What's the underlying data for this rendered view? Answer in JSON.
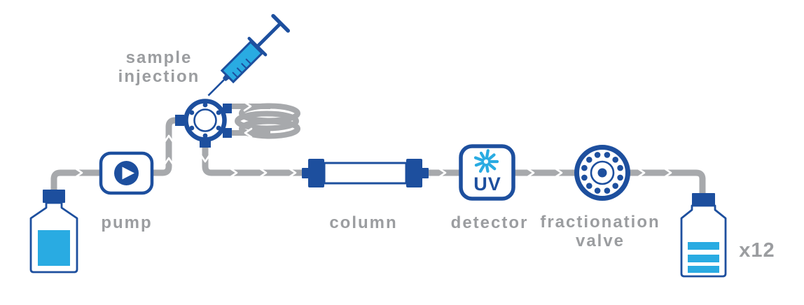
{
  "colors": {
    "navy": "#1d4f9e",
    "cyan": "#29abe2",
    "tube_gray": "#a7a9ac",
    "label_gray": "#9b9da0"
  },
  "labels": {
    "sample_injection": "sample injection",
    "pump": "pump",
    "column": "column",
    "detector": "detector",
    "fractionation_valve": "fractionation valve",
    "fraction_count": "x12",
    "detector_type": "UV"
  },
  "components": [
    "solvent-bottle",
    "pump",
    "syringe",
    "sample-injection-valve",
    "sample-loop",
    "column",
    "uv-detector",
    "fractionation-valve",
    "fraction-collector-bottle"
  ]
}
